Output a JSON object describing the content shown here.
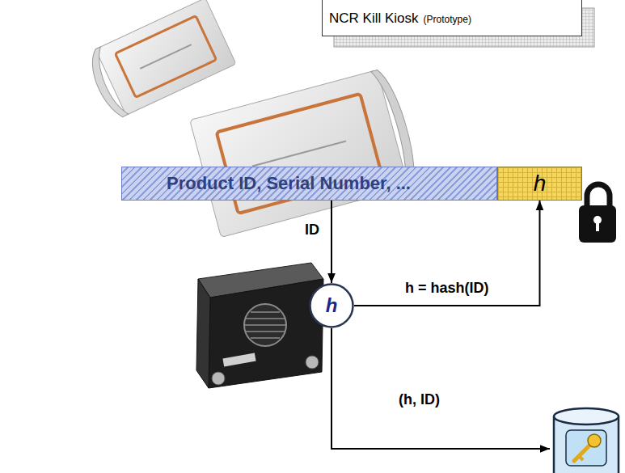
{
  "diagram": {
    "nodes": [
      {
        "text": [
          "NCR Kill Kiosk",
          "(Prototype)"
        ]
      },
      {
        "text": [
          "Product ID, Serial Number, ..."
        ]
      },
      {
        "text": [
          "h"
        ]
      },
      {
        "text": [
          "h"
        ]
      }
    ],
    "edges": [
      {
        "from": 1,
        "to": 3,
        "arrow": "to",
        "label": "ID"
      },
      {
        "from": 3,
        "to": 2,
        "arrow": "to",
        "label": "h = hash(ID)"
      }
    ],
    "labels": [
      "(h, ID)"
    ]
  }
}
